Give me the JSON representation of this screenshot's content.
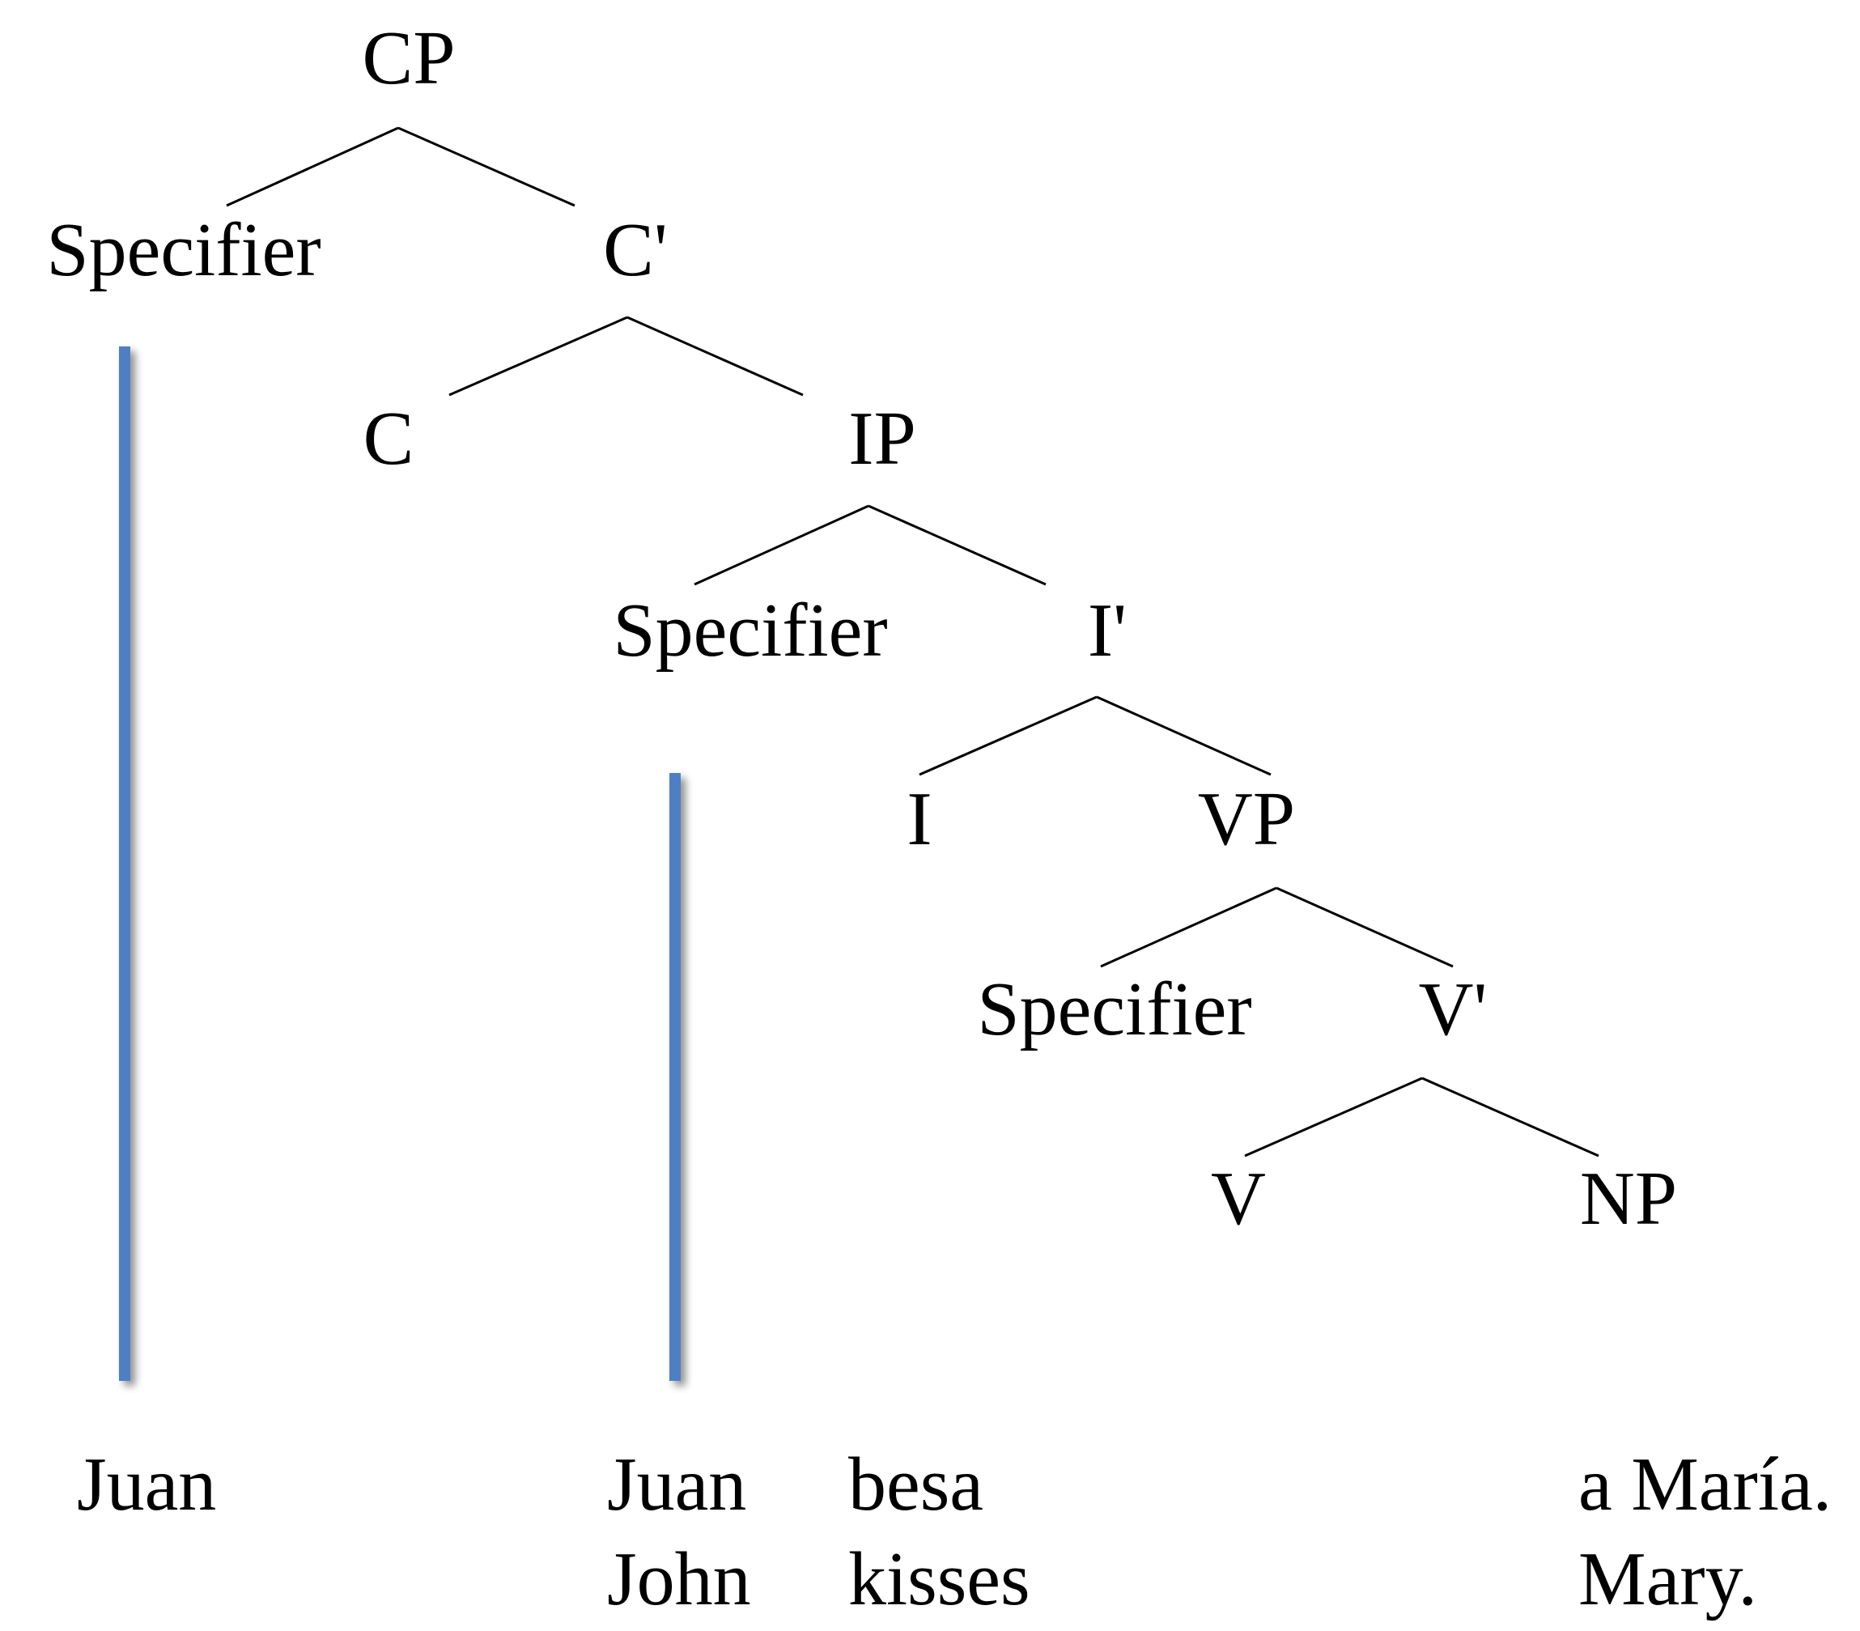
{
  "colors": {
    "text": "#000000",
    "branch": "#000000",
    "movement_bar": "#4f7fc3",
    "bar_shadow": "#9aa3ad",
    "background": "#ffffff"
  },
  "nodes": {
    "cp": "CP",
    "cp_specifier": "Specifier",
    "c_bar": "C'",
    "c": "C",
    "ip": "IP",
    "ip_specifier": "Specifier",
    "i_bar": "I'",
    "i": "I",
    "vp": "VP",
    "vp_specifier": "Specifier",
    "v_bar": "V'",
    "v": "V",
    "np": "NP"
  },
  "words": {
    "spanish": {
      "moved_subject": "Juan",
      "subject": "Juan",
      "verb": "besa",
      "object": "a María."
    },
    "gloss": {
      "subject": "John",
      "verb": "kisses",
      "object": "Mary."
    }
  }
}
